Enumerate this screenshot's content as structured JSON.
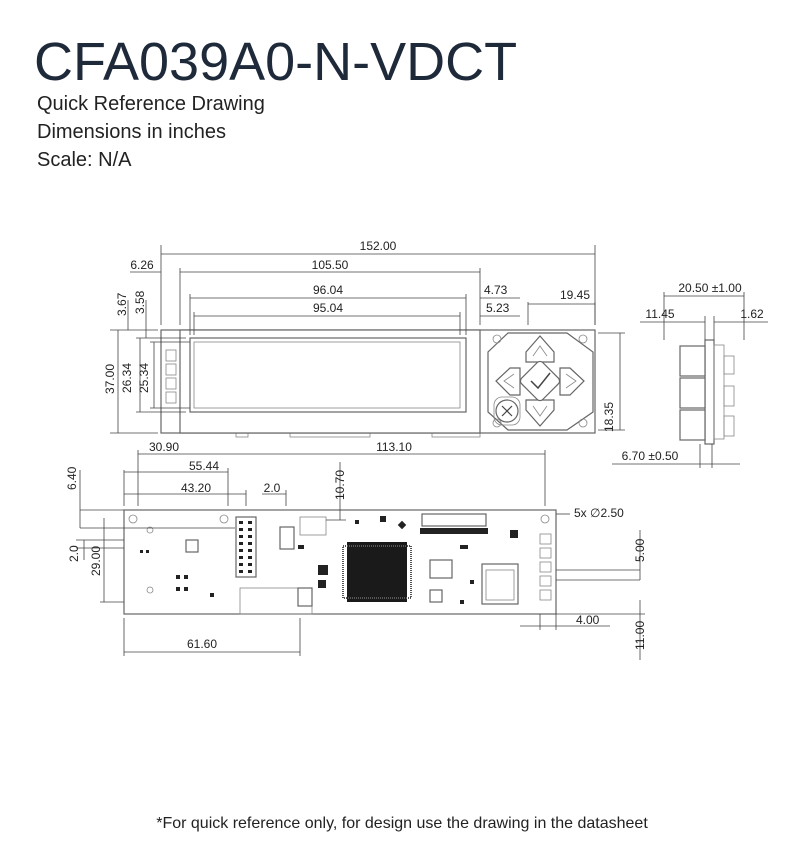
{
  "title": "CFA039A0-N-VDCT",
  "subtitle_lines": [
    "Quick Reference Drawing",
    "Dimensions in inches",
    "Scale: N/A"
  ],
  "footnote": "*For quick reference only, for design use the drawing in the datasheet",
  "front_view": {
    "dims": {
      "overall_width": "152.00",
      "active_width": "105.50",
      "viewing_width": "96.04",
      "active_area_width": "95.04",
      "left_offset": "6.26",
      "right_gap_a": "4.73",
      "right_gap_b": "5.23",
      "keypad_width": "19.45",
      "top_a": "3.67",
      "top_b": "3.58",
      "height_overall": "37.00",
      "height_view": "26.34",
      "height_active": "25.34",
      "keypad_height": "18.35"
    }
  },
  "side_view": {
    "dims": {
      "depth": "20.50 ±1.00",
      "left_part": "11.45",
      "right_part": "1.62",
      "bottom": "6.70 ±0.50"
    }
  },
  "back_view": {
    "dims": {
      "hole_span_a": "30.90",
      "hole_span_main": "113.10",
      "span_b": "55.44",
      "span_c": "43.20",
      "pitch": "2.0",
      "top_offset": "6.40",
      "conn_height": "10.70",
      "hole_note": "5x ∅2.50",
      "left_small": "2.0",
      "height_main": "29.00",
      "right_height": "5.00",
      "right_offset": "4.00",
      "bottom_right": "11.00",
      "bottom_width": "61.60"
    }
  }
}
